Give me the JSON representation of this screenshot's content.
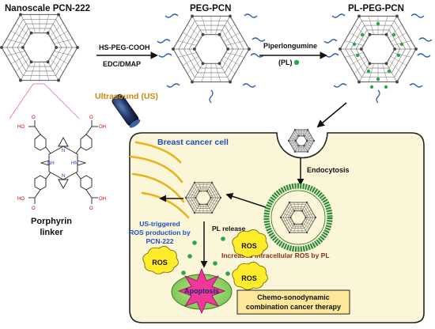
{
  "labels": {
    "nano_pcn": "Nanoscale PCN-222",
    "peg_pcn": "PEG-PCN",
    "pl_peg_pcn": "PL-PEG-PCN",
    "reagent_top": "HS-PEG-COOH",
    "reagent_bottom": "EDC/DMAP",
    "piperlongumine": "Piperlongumine",
    "pl_abbrev": "(PL)",
    "ultrasound": "Ultrasound (US)",
    "porphyrin_1": "Porphyrin",
    "porphyrin_2": "linker",
    "breast_cancer_cell": "Breast cancer cell",
    "endocytosis": "Endocytosis",
    "us_triggered_1": "US-triggered",
    "us_triggered_2": "ROS production by",
    "us_triggered_3": "PCN-222",
    "pl_release": "PL release",
    "ros": "ROS",
    "increased_ros": "Increased intracellular ROS by PL",
    "apoptosis": "Apoptosis",
    "therapy_1": "Chemo-sonodynamic",
    "therapy_2": "combination cancer therapy",
    "nh": "NH",
    "hn": "HN",
    "n": "N",
    "ho": "HO",
    "oh": "OH",
    "o": "O"
  },
  "colors": {
    "cell_fill": "#fcf6d8",
    "cell_stroke": "#222222",
    "mof_stroke": "#6b6b6b",
    "peg_blue": "#2b63b5",
    "pl_green": "#2aa74a",
    "us_orange": "#c98a10",
    "wave_gold": "#e8b41c",
    "cell_label_blue": "#1d4fbf",
    "increased_ros_red": "#8b2b1b",
    "ros_fill": "#ffec2a",
    "apoptosis_green": "#93d66a",
    "apoptosis_pink": "#f0389a",
    "therapy_fill": "#fde89a",
    "membrane_green": "#2e8b3a"
  },
  "icons": [
    "mof-framework-icon",
    "peg-chain-icon",
    "pl-molecule-icon",
    "ultrasound-probe-icon",
    "sound-wave-icon",
    "ros-cloud-icon",
    "apoptosis-burst-icon",
    "endosome-icon"
  ]
}
